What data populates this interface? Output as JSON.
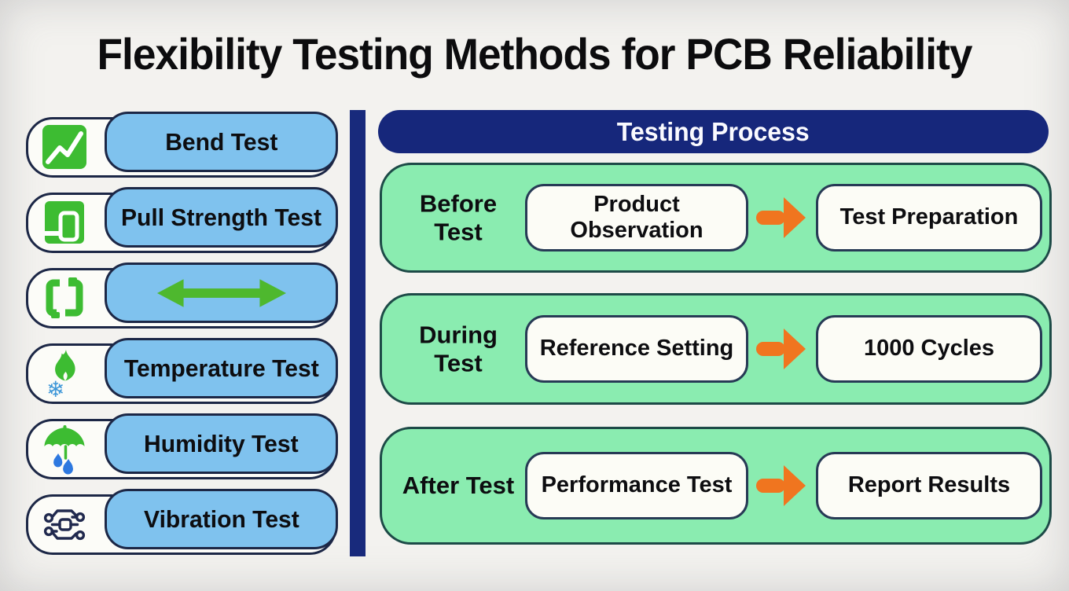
{
  "title": "Flexibility Testing Methods for PCB Reliability",
  "colors": {
    "background": "#f3f2ef",
    "navy": "#182a7c",
    "panel_blue": "#7fc2ee",
    "panel_green": "#8aecb0",
    "box_white": "#fcfcf6",
    "border_dark": "#1c2746",
    "icon_green": "#3dbc32",
    "arrow_green": "#4eb82e",
    "arrow_orange": "#f0751f",
    "snow_blue": "#3f97d8",
    "drop_blue": "#2d78e0"
  },
  "left_panel": {
    "items": [
      {
        "label": "Bend Test",
        "icon": "trend-chart-icon"
      },
      {
        "label": "Pull Strength Test",
        "icon": "pull-frame-icon"
      },
      {
        "label": "",
        "icon": "pcb-frame-icon",
        "content": "double-arrow-icon"
      },
      {
        "label": "Temperature Test",
        "icon": "flame-snowflake-icon"
      },
      {
        "label": "Humidity Test",
        "icon": "umbrella-drops-icon"
      },
      {
        "label": "Vibration Test",
        "icon": "circuit-chip-icon"
      }
    ]
  },
  "process_panel": {
    "header": "Testing Process",
    "rows": [
      {
        "stage": "Before Test",
        "step1": "Product Observation",
        "step2": "Test Preparation"
      },
      {
        "stage": "During Test",
        "step1": "Reference Setting",
        "step2": "1000 Cycles"
      },
      {
        "stage": "After Test",
        "step1": "Performance Test",
        "step2": "Report Results"
      }
    ]
  }
}
